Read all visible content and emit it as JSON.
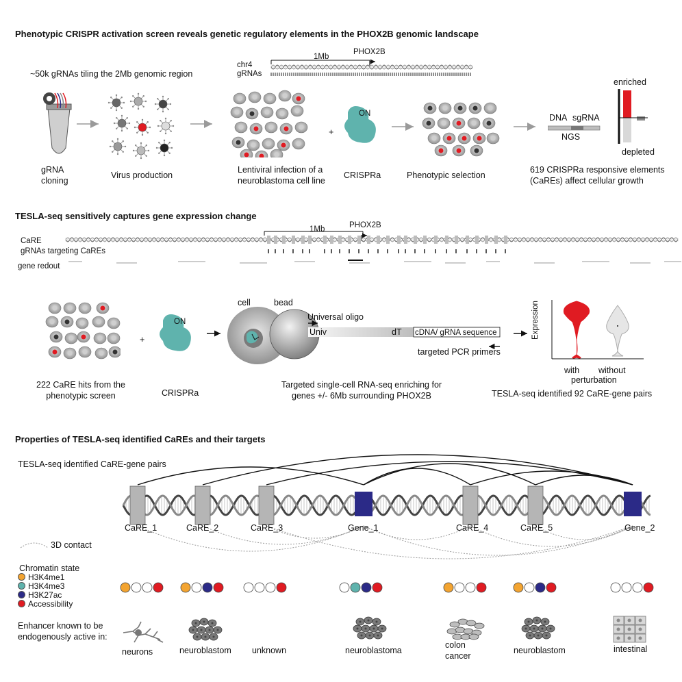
{
  "colors": {
    "red": "#e01b22",
    "teal": "#5fb3ad",
    "navy": "#2b2a87",
    "orange": "#f3a431",
    "grey": "#b5b5b5"
  },
  "section1": {
    "title": "Phenotypic CRISPR activation  screen reveals genetic regulatory elements in the PHOX2B genomic landscape",
    "chr": "chr4",
    "grnas": "gRNAs",
    "scale": "1Mb",
    "gene": "PHOX2B",
    "tiling": "~50k gRNAs tiling the 2Mb  genomic region",
    "step_cloning": [
      "gRNA",
      "cloning"
    ],
    "step_virus": "Virus production",
    "step_infection": [
      "Lentiviral infection of a",
      "neuroblastoma cell line"
    ],
    "crispra": "CRISPRa",
    "on": "ON",
    "step_selection": "Phenotypic selection",
    "dna": "DNA",
    "sgrna": "sgRNA",
    "ngs": "NGS",
    "enriched": "enriched",
    "depleted": "depleted",
    "result": [
      "619 CRISPRa responsive elements",
      "(CaREs) affect cellular growth"
    ]
  },
  "section2": {
    "title": "TESLA-seq sensitively captures gene expression change",
    "scale": "1Mb",
    "gene": "PHOX2B",
    "row_care": "CaRE",
    "row_grnas": "gRNAs targeting CaREs",
    "row_gene": "gene redout",
    "hits": [
      "222 CaRE hits from the",
      "phenotypic screen"
    ],
    "crispra": "CRISPRa",
    "on": "ON",
    "cell": "cell",
    "bead": "bead",
    "universal_oligo": "Universal oligo",
    "univ": "Univ",
    "dt": "dT",
    "cdna": "cDNA/ gRNA sequence",
    "pcr": "targeted PCR primers",
    "method": [
      "Targeted single-cell RNA-seq enriching for",
      "genes +/- 6Mb surrounding PHOX2B"
    ],
    "expression": "Expression",
    "with_label": "with",
    "without_label": "without",
    "perturbation": "perturbation",
    "result": "TESLA-seq identified 92 CaRE-gene pairs"
  },
  "section3": {
    "title": "Properties of TESLA-seq identified  CaREs and their targets",
    "pairs_label": "TESLA-seq identified CaRE-gene pairs",
    "contact_legend": "3D contact",
    "chromatin_title": "Chromatin state",
    "legend": [
      {
        "label": "H3K4me1",
        "color": "#f3a431"
      },
      {
        "label": "H3K4me3",
        "color": "#5fb3ad"
      },
      {
        "label": "H3K27ac",
        "color": "#2b2a87"
      },
      {
        "label": "Accessibility",
        "color": "#e01b22"
      }
    ],
    "enhancer_label": [
      "Enhancer known to be",
      "endogenously active in:"
    ],
    "elements": [
      {
        "name": "CaRE_1",
        "type": "care",
        "states": [
          "#f3a431",
          "#ffffff",
          "#ffffff",
          "#e01b22"
        ],
        "tissue": [
          "neurons"
        ]
      },
      {
        "name": "CaRE_2",
        "type": "care",
        "states": [
          "#f3a431",
          "#ffffff",
          "#2b2a87",
          "#e01b22"
        ],
        "tissue": [
          "neuroblastom"
        ]
      },
      {
        "name": "CaRE_3",
        "type": "care",
        "states": [
          "#ffffff",
          "#ffffff",
          "#ffffff",
          "#e01b22"
        ],
        "tissue": [
          "unknown"
        ]
      },
      {
        "name": "Gene_1",
        "type": "gene",
        "states": [
          "#ffffff",
          "#5fb3ad",
          "#2b2a87",
          "#e01b22"
        ],
        "tissue": [
          "neuroblastoma"
        ]
      },
      {
        "name": "CaRE_4",
        "type": "care",
        "states": [
          "#f3a431",
          "#ffffff",
          "#ffffff",
          "#e01b22"
        ],
        "tissue": [
          "colon",
          "cancer"
        ]
      },
      {
        "name": "CaRE_5",
        "type": "care",
        "states": [
          "#f3a431",
          "#ffffff",
          "#2b2a87",
          "#e01b22"
        ],
        "tissue": [
          "neuroblastom"
        ]
      },
      {
        "name": "Gene_2",
        "type": "gene",
        "states": [
          "#ffffff",
          "#ffffff",
          "#ffffff",
          "#e01b22"
        ],
        "tissue": [
          "intestinal"
        ]
      }
    ]
  }
}
